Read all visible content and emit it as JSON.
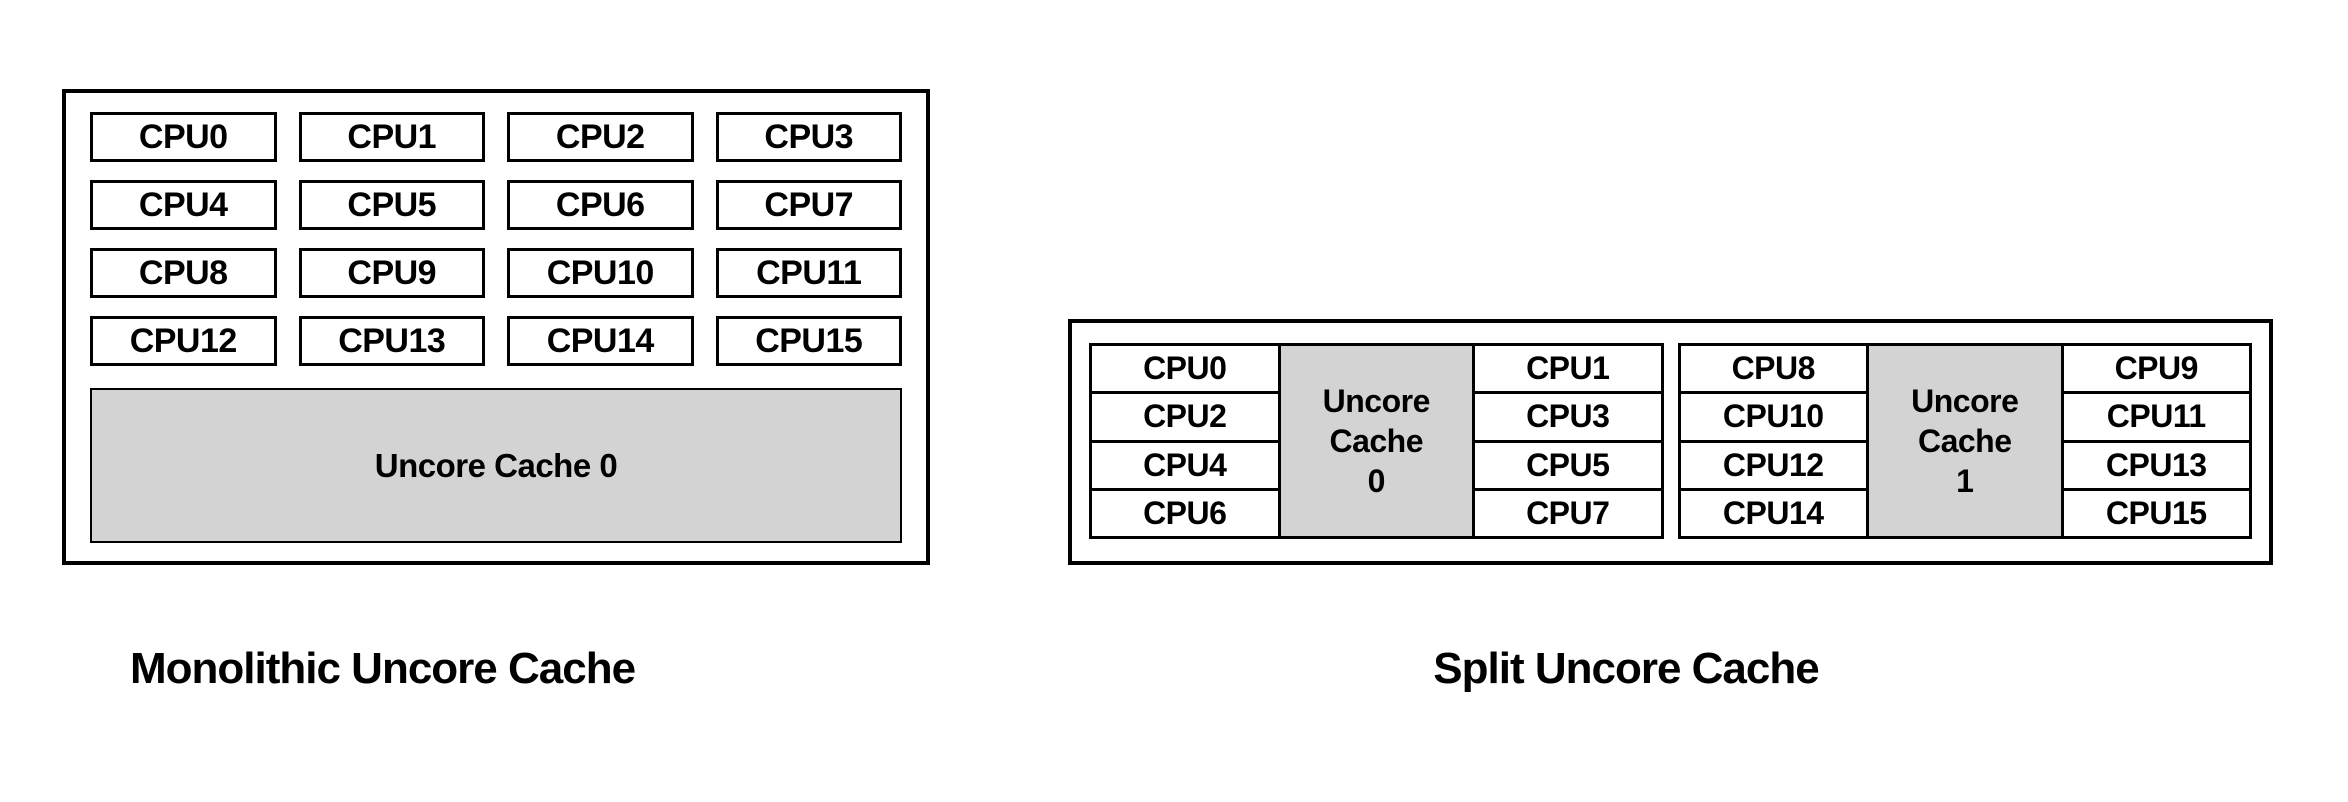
{
  "colors": {
    "cache_fill": "#d3d3d3",
    "border": "#000000",
    "background": "#ffffff",
    "text": "#000000"
  },
  "monolithic": {
    "caption": "Monolithic Uncore Cache",
    "cache_label": "Uncore Cache 0",
    "cpus": [
      "CPU0",
      "CPU1",
      "CPU2",
      "CPU3",
      "CPU4",
      "CPU5",
      "CPU6",
      "CPU7",
      "CPU8",
      "CPU9",
      "CPU10",
      "CPU11",
      "CPU12",
      "CPU13",
      "CPU14",
      "CPU15"
    ]
  },
  "split": {
    "caption": "Split Uncore Cache",
    "clusters": [
      {
        "left": [
          "CPU0",
          "CPU2",
          "CPU4",
          "CPU6"
        ],
        "cache_label": "Uncore Cache 0",
        "right": [
          "CPU1",
          "CPU3",
          "CPU5",
          "CPU7"
        ]
      },
      {
        "left": [
          "CPU8",
          "CPU10",
          "CPU12",
          "CPU14"
        ],
        "cache_label": "Uncore Cache 1",
        "right": [
          "CPU9",
          "CPU11",
          "CPU13",
          "CPU15"
        ]
      }
    ]
  }
}
